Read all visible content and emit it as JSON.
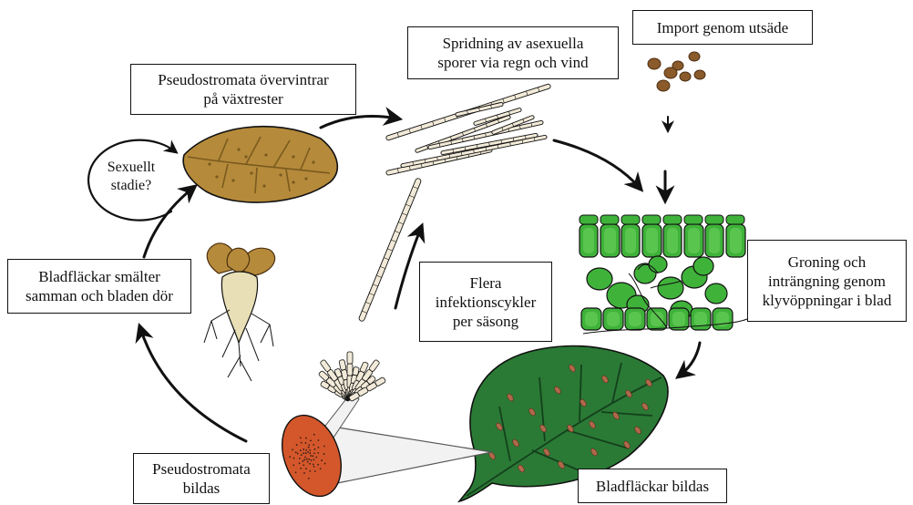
{
  "labels": {
    "overwinter": "Pseudostromata övervintrar\npå växtrester",
    "spread": "Spridning av asexuella\nsporer via regn och vind",
    "import": "Import genom utsäde",
    "germination": "Groning och\ninträngning genom\nklyvöppningar i blad",
    "leaf_spots": "Bladfläckar bildas",
    "pseudostromata_form": "Pseudostromata\nbildas",
    "merge": "Bladfläckar smälter\nsamman och bladen dör",
    "cycles": "Flera\ninfektionscykler\nper säsong",
    "sexual": "Sexuellt\nstadie?"
  },
  "colors": {
    "stroke": "#111111",
    "dead_leaf": "#b58a3a",
    "dead_leaf_dark": "#7a5a1e",
    "green_cell": "#3fb23a",
    "green_cell_light": "#6fd35e",
    "living_leaf": "#2a7a35",
    "living_leaf_dark": "#1d5a27",
    "spot": "#b0684a",
    "lesion": "#d4572c",
    "spore": "#f2ead8",
    "seed": "#8a5a2b",
    "root": "#e9dfb6"
  }
}
